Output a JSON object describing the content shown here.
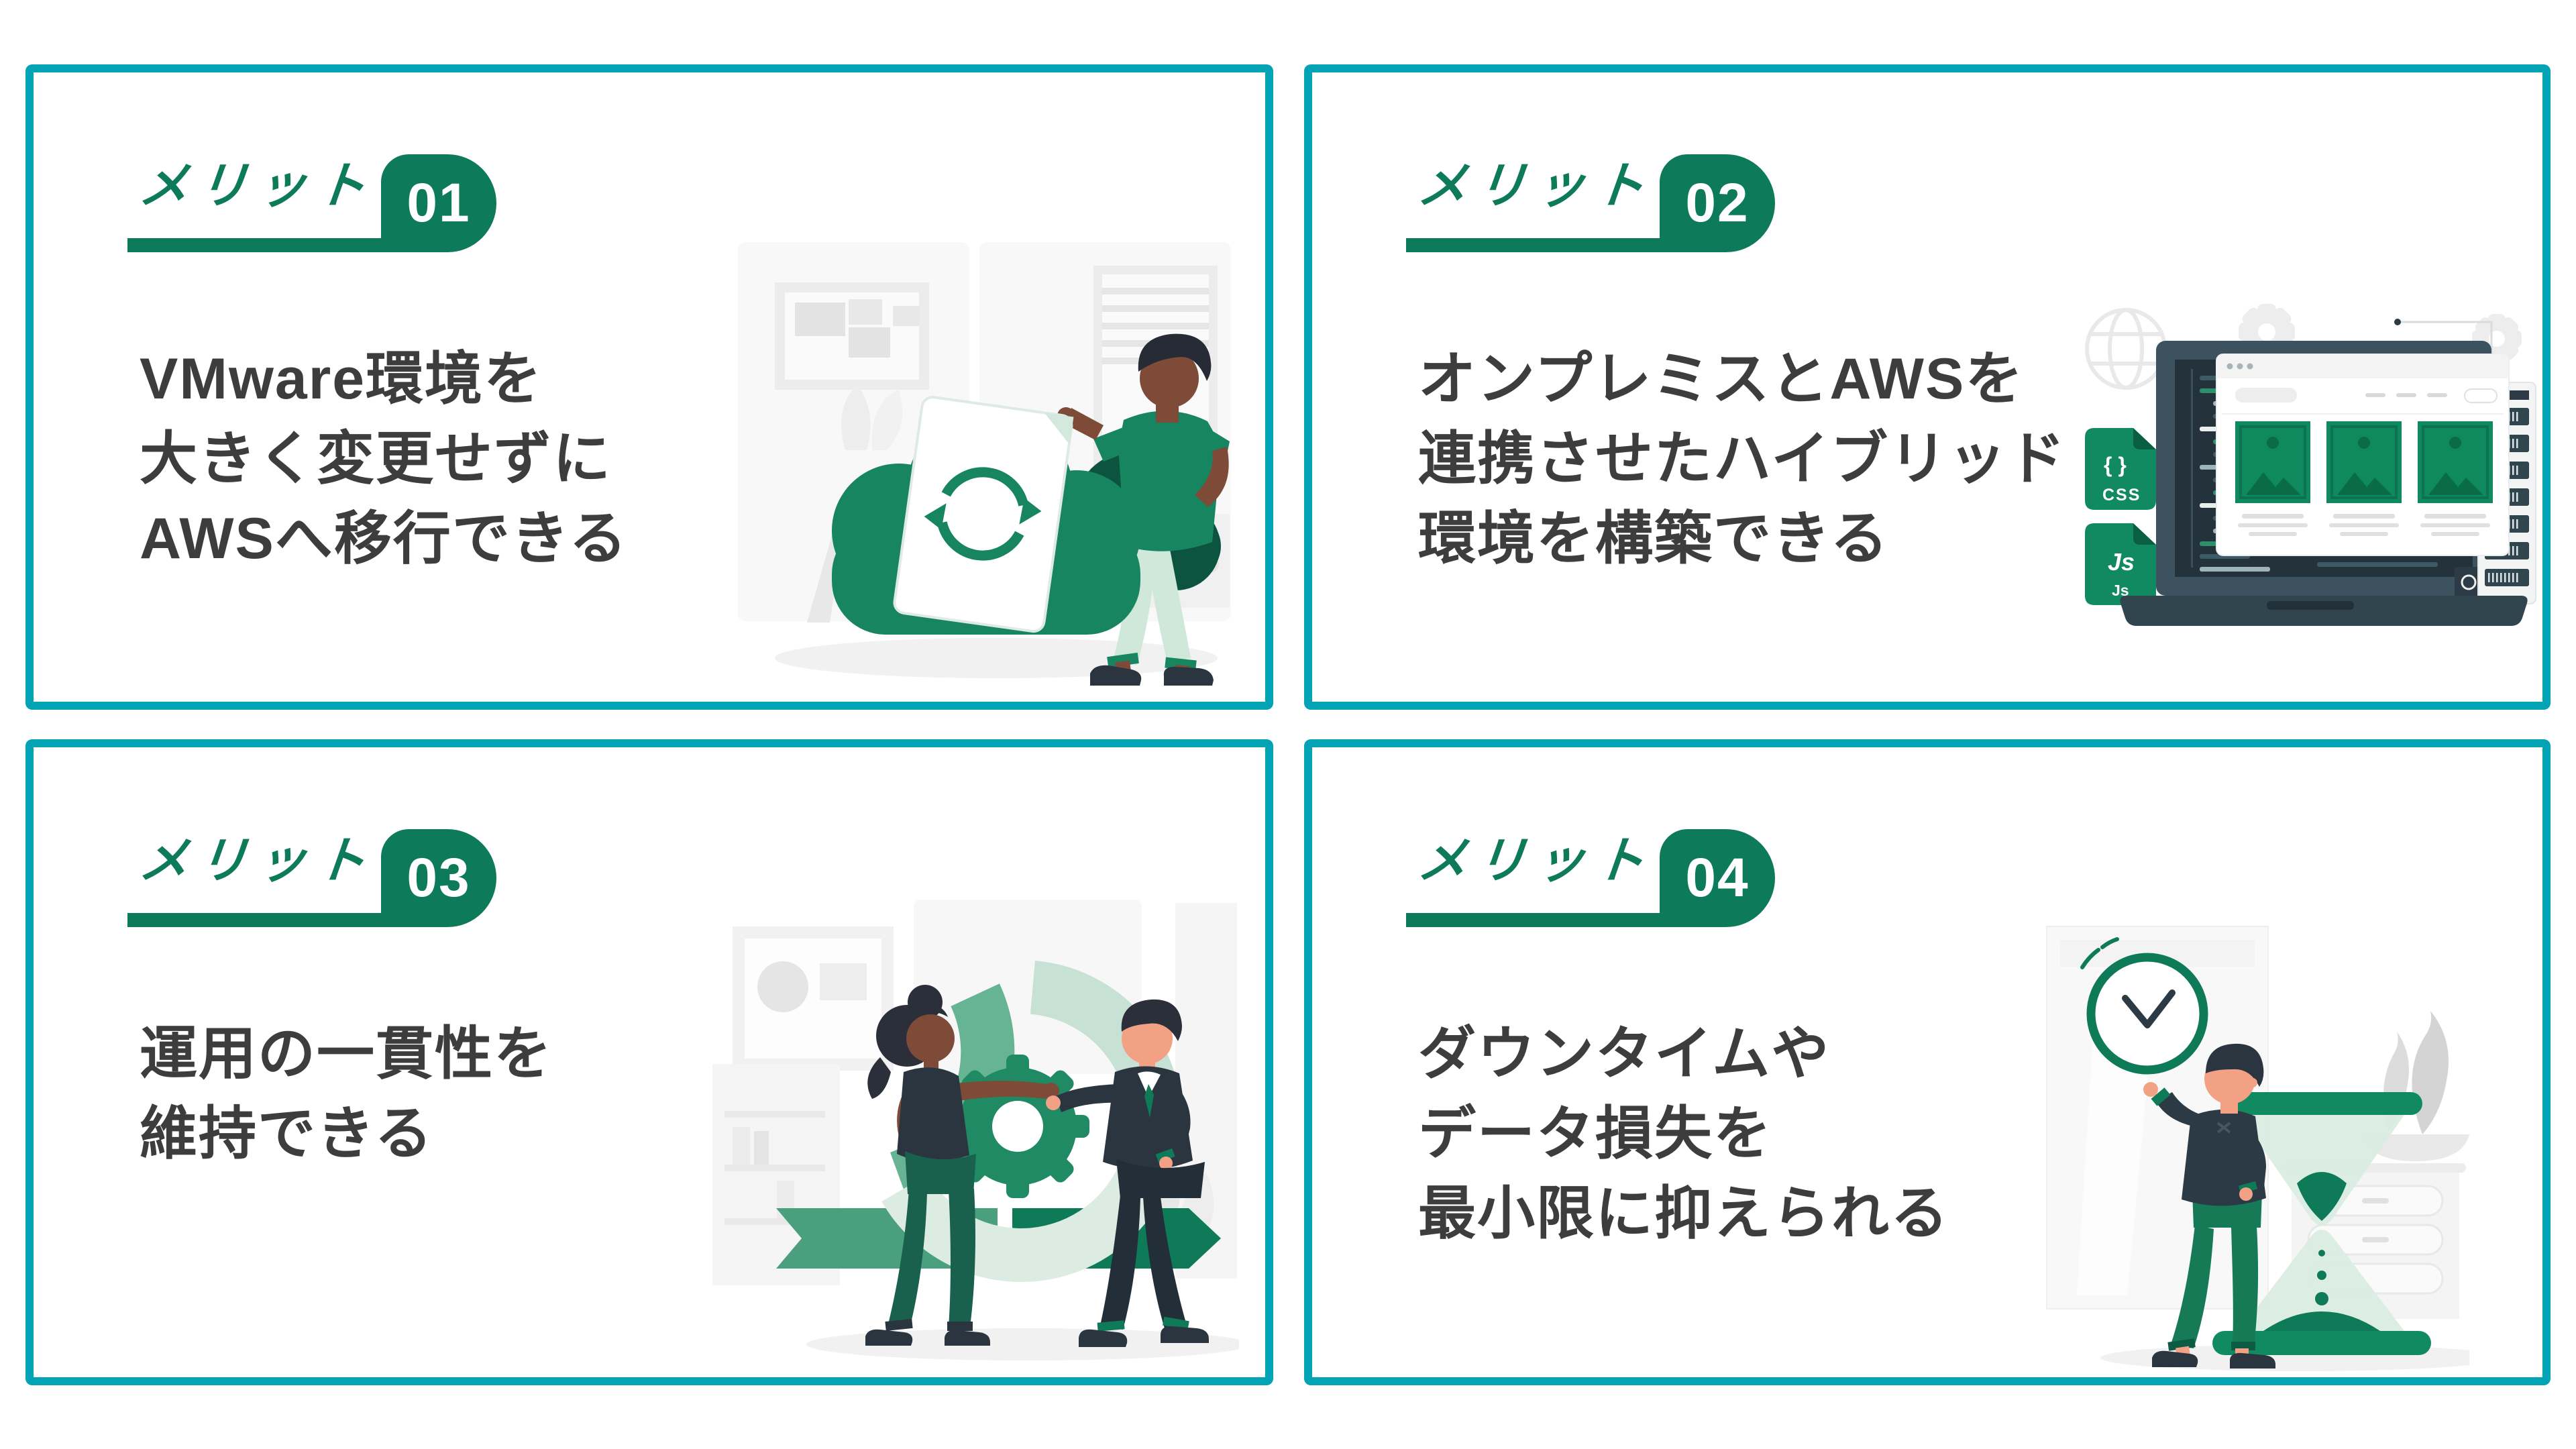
{
  "page": {
    "background": "#ffffff"
  },
  "colors": {
    "card_border_teal": "#01a3b4",
    "accent_green": "#0d7a5a",
    "body_text": "#3d3d3d",
    "illustration_green": "#17855f",
    "illustration_dark_green": "#0c5440",
    "illustration_mint": "#cfe8da"
  },
  "cards": [
    {
      "label": "メリット",
      "number": "01",
      "lines": [
        "VMware環境を",
        "大きく変更せずに",
        "AWSへ移行できる"
      ],
      "illustration": "cloud-migration-illustration"
    },
    {
      "label": "メリット",
      "number": "02",
      "lines": [
        "オンプレミスとAWSを",
        "連携させたハイブリッド",
        "環境を構築できる"
      ],
      "illustration": "hybrid-environment-illustration",
      "badges": {
        "css_symbol": "{ }",
        "css_label": "CSS",
        "js_symbol": "Js",
        "js_label": "Js"
      }
    },
    {
      "label": "メリット",
      "number": "03",
      "lines": [
        "運用の一貫性を",
        "維持できる"
      ],
      "illustration": "operations-cycle-illustration"
    },
    {
      "label": "メリット",
      "number": "04",
      "lines": [
        "ダウンタイムや",
        "データ損失を",
        "最小限に抑えられる"
      ],
      "illustration": "downtime-hourglass-illustration"
    }
  ]
}
